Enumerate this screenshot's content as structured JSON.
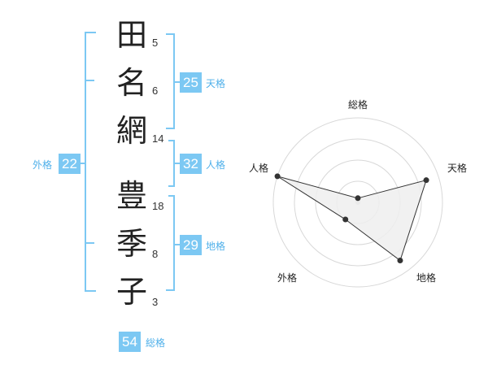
{
  "name": {
    "chars": [
      {
        "char": "田",
        "strokes": "5"
      },
      {
        "char": "名",
        "strokes": "6"
      },
      {
        "char": "網",
        "strokes": "14"
      },
      {
        "char": "豊",
        "strokes": "18"
      },
      {
        "char": "季",
        "strokes": "8"
      },
      {
        "char": "子",
        "strokes": "3"
      }
    ]
  },
  "kakusu": {
    "tenkaku": {
      "value": "25",
      "label": "天格"
    },
    "jinkaku": {
      "value": "32",
      "label": "人格"
    },
    "chikaku": {
      "value": "29",
      "label": "地格"
    },
    "gaikaku": {
      "value": "22",
      "label": "外格"
    },
    "soukaku": {
      "value": "54",
      "label": "総格"
    }
  },
  "colors": {
    "accent": "#7cc8f3",
    "accent_text": "#4fb0ea",
    "radar_fill": "#eeeeee",
    "radar_line": "#333333"
  },
  "chart_data": {
    "type": "radar",
    "axes": [
      "総格",
      "天格",
      "地格",
      "外格",
      "人格"
    ],
    "values": [
      0.05,
      0.85,
      0.85,
      0.25,
      1.0
    ],
    "rings": 4,
    "max": 1
  }
}
